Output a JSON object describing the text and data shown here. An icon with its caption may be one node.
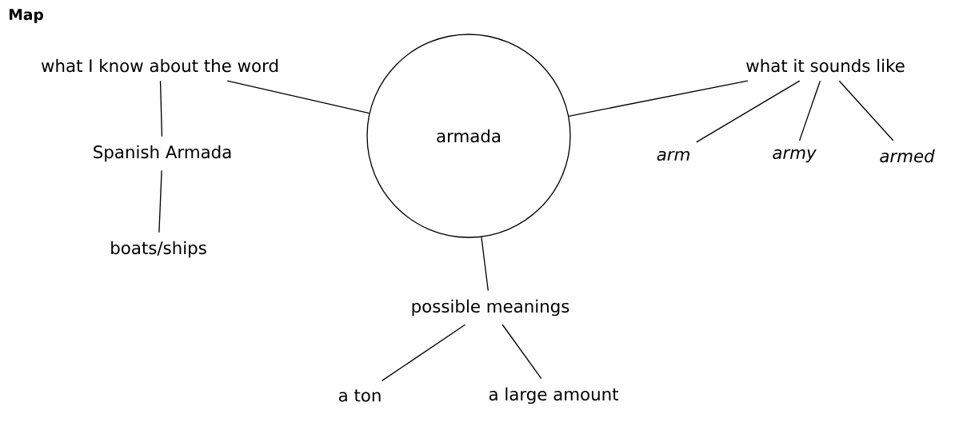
{
  "diagram": {
    "title": "Map",
    "nodes": [
      {
        "text": [
          "armada"
        ]
      },
      {
        "text": [
          "what I know about the word"
        ]
      },
      {
        "text": [
          "Spanish Armada"
        ]
      },
      {
        "text": [
          "boats/ships"
        ]
      },
      {
        "text": [
          "what it sounds like"
        ]
      },
      {
        "text": [
          "arm"
        ]
      },
      {
        "text": [
          "army"
        ]
      },
      {
        "text": [
          "armed"
        ]
      },
      {
        "text": [
          "possible meanings"
        ]
      },
      {
        "text": [
          "a ton"
        ]
      },
      {
        "text": [
          "a large amount"
        ]
      }
    ],
    "edges": [
      {
        "from": 1,
        "to": 0,
        "arrow": "none"
      },
      {
        "from": 1,
        "to": 2,
        "arrow": "none"
      },
      {
        "from": 2,
        "to": 3,
        "arrow": "none"
      },
      {
        "from": 0,
        "to": 4,
        "arrow": "none"
      },
      {
        "from": 4,
        "to": 5,
        "arrow": "none"
      },
      {
        "from": 4,
        "to": 6,
        "arrow": "none"
      },
      {
        "from": 4,
        "to": 7,
        "arrow": "none"
      },
      {
        "from": 0,
        "to": 8,
        "arrow": "none"
      },
      {
        "from": 8,
        "to": 9,
        "arrow": "none"
      },
      {
        "from": 8,
        "to": 10,
        "arrow": "none"
      }
    ]
  }
}
